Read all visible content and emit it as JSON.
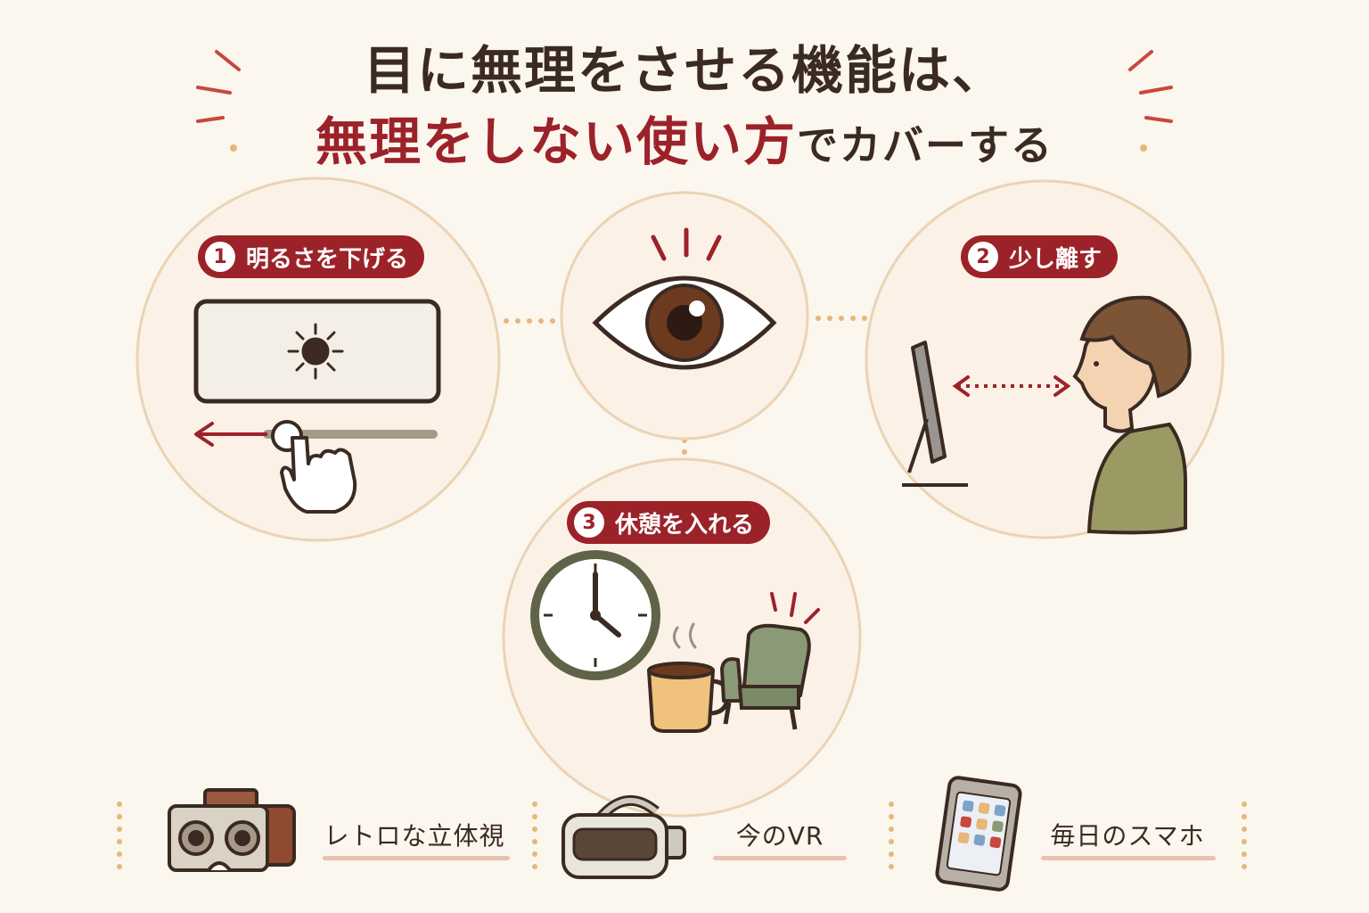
{
  "title": {
    "line1": "目に無理をさせる機能は、",
    "line2_accent": "無理をしない使い方",
    "line2_tail": "でカバーする"
  },
  "steps": [
    {
      "num": "1",
      "label": "明るさを下げる"
    },
    {
      "num": "2",
      "label": "少し離す"
    },
    {
      "num": "3",
      "label": "休憩を入れる"
    }
  ],
  "devices": [
    {
      "label": "レトロな立体視"
    },
    {
      "label": "今のVR"
    },
    {
      "label": "毎日のスマホ"
    }
  ],
  "colors": {
    "accent": "#9c222a",
    "background": "#fbf6ee",
    "circle_border": "#ebd3b5",
    "dark": "#3b2a22"
  }
}
